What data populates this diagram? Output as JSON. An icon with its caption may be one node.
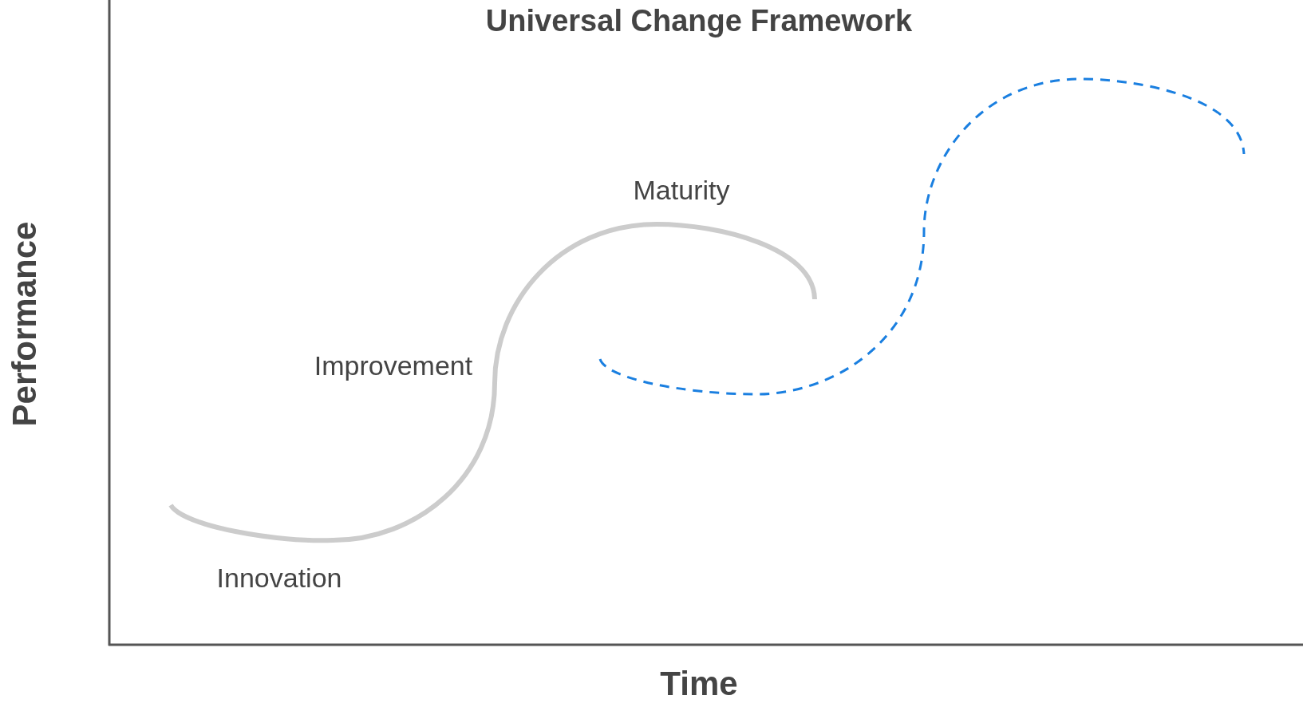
{
  "diagram": {
    "title": "Universal Change Framework",
    "labels": [
      "Maturity",
      "Improvement",
      "Innovation",
      "Performance",
      "Time"
    ]
  }
}
